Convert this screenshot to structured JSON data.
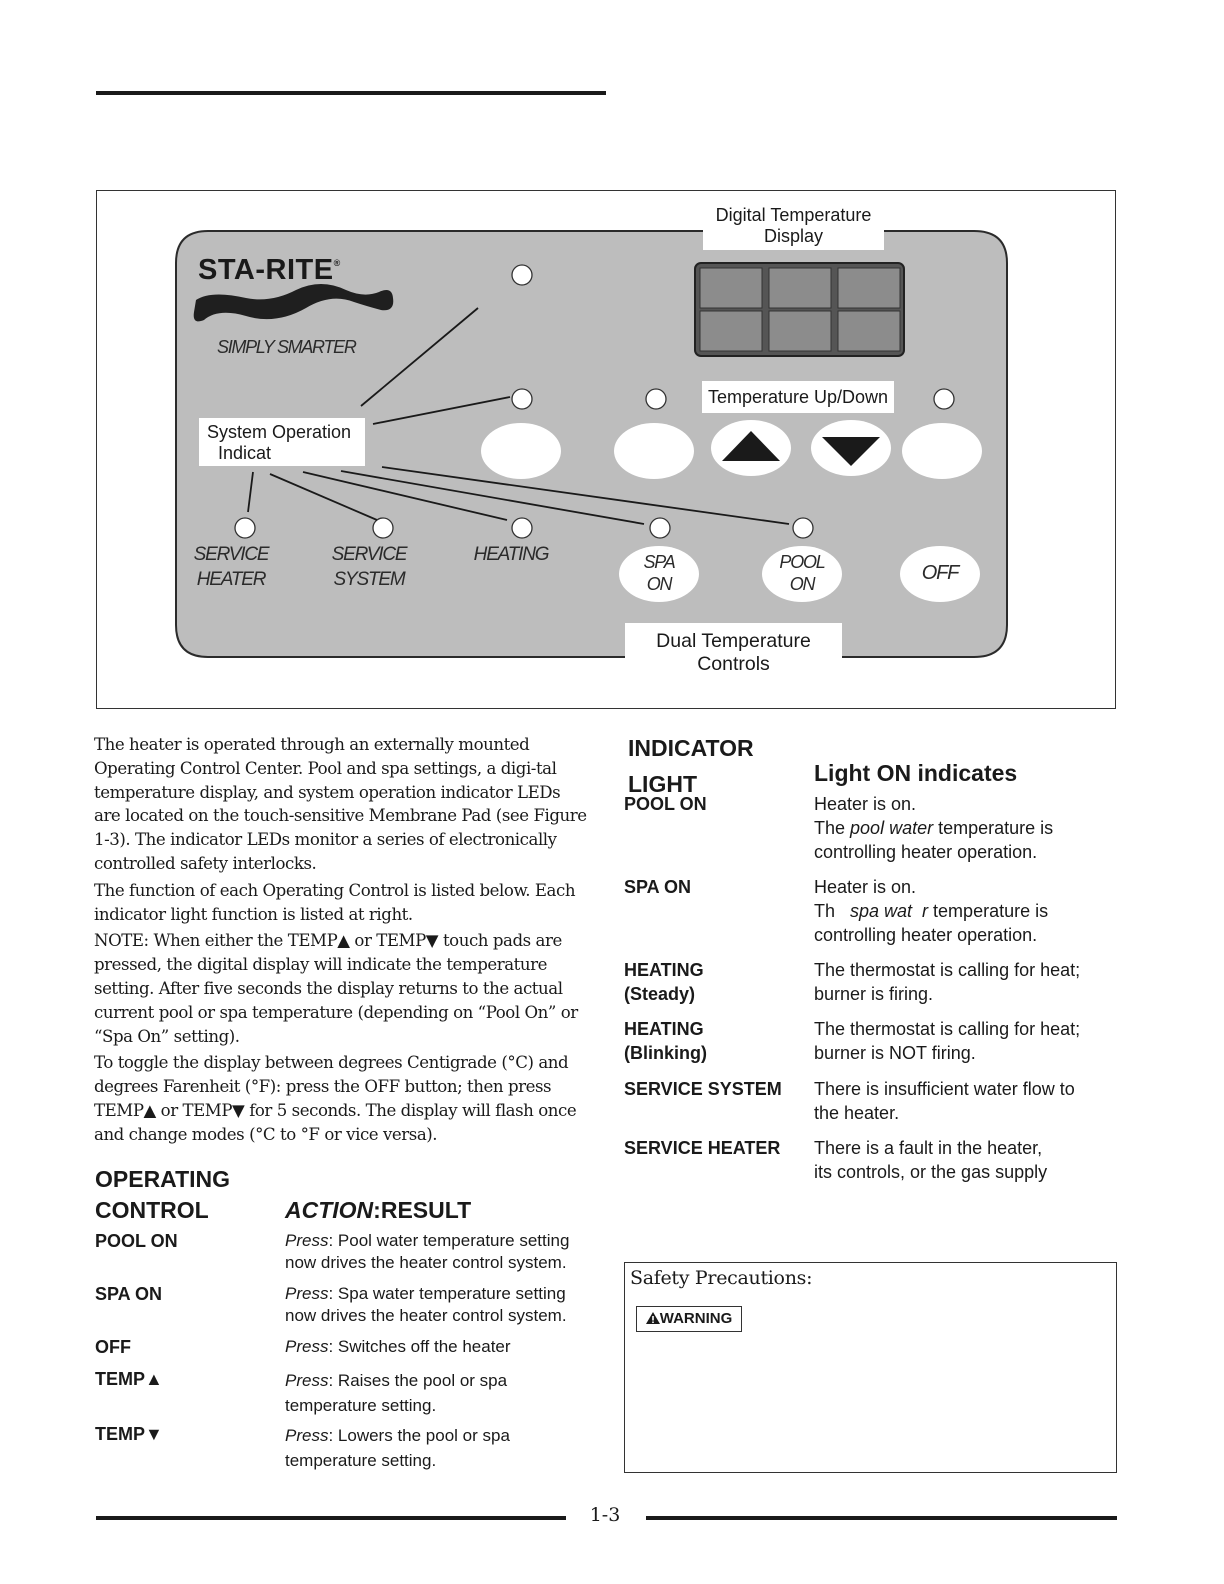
{
  "figure": {
    "brand": "STA-RITE",
    "brand_registered": "®",
    "tagline": "SIMPLY SMARTER",
    "callouts": {
      "digital_display": [
        "Digital Temperature",
        "Display"
      ],
      "temp_updown": "Temperature Up/Down",
      "system_indicators": [
        "System Operation",
        "Indicat"
      ],
      "dual_controls": [
        "Dual Temperature",
        "Controls"
      ]
    },
    "panel_labels": {
      "service_heater": [
        "SERVICE",
        "HEATER"
      ],
      "service_system": [
        "SERVICE",
        "SYSTEM"
      ],
      "heating": "HEATING",
      "spa_on": [
        "SPA",
        "ON"
      ],
      "pool_on": [
        "POOL",
        "ON"
      ],
      "off": "OFF"
    }
  },
  "intro": {
    "p1": "The heater is operated through an externally mounted Operating Control Center. Pool and spa settings, a digi-tal temperature display, and system operation indicator LEDs are located on the touch-sensitive Membrane Pad (see Figure 1-3). The indicator LEDs monitor a series of electronically controlled safety interlocks.",
    "p2": "The function of each Operating Control is listed below. Each indicator light function is listed at right.",
    "p3": "NOTE: When either the  TEMP▲ or TEMP▼ touch pads are pressed, the digital display will indicate the temperature setting. After five seconds the display returns to the actual current pool or spa temperature (depending on “Pool On” or “Spa On” setting).",
    "p4": "To toggle the display between degrees Centigrade (°C) and degrees Farenheit (°F): press the OFF button; then press TEMP▲ or TEMP▼ for 5 seconds. The display will flash once and change modes (°C to °F or vice versa)."
  },
  "operating_table": {
    "col1_header": [
      "OPERATING",
      "CONTROL"
    ],
    "col2_header_italic": "ACTION",
    "col2_header_rest": ":RESULT",
    "rows": [
      {
        "control": "POOL ON",
        "press": "Press",
        "result": ": Pool water temperature setting now drives the heater control system."
      },
      {
        "control": "SPA ON",
        "press": "Press",
        "result": ": Spa water temperature setting now drives the heater control system."
      },
      {
        "control": "OFF",
        "press": "Press",
        "result": ": Switches off the heater"
      },
      {
        "control": "TEMP▲",
        "press": "Press",
        "result": ": Raises the pool or spa temperature setting."
      },
      {
        "control": "TEMP▼",
        "press": "Press",
        "result": ": Lowers the pool or spa temperature setting."
      }
    ]
  },
  "indicator_table": {
    "col1_header": [
      "INDICATOR",
      "LIGHT"
    ],
    "col2_header": "Light ON indicates",
    "rows": [
      {
        "light": [
          "POOL ON"
        ],
        "lines": [
          "Heater is on.",
          "The |pool water| temperature is",
          "controlling heater operation."
        ]
      },
      {
        "light": [
          "SPA ON"
        ],
        "lines": [
          "Heater is on.",
          "Th   |spa wat  r| temperature is",
          "controlling heater operation."
        ]
      },
      {
        "light": [
          "HEATING",
          "(Steady)"
        ],
        "lines": [
          "The thermostat is calling for heat;",
          "burner is firing."
        ]
      },
      {
        "light": [
          "HEATING",
          "(Blinking)"
        ],
        "lines": [
          "The thermostat is calling for heat;",
          "burner is NOT firing."
        ]
      },
      {
        "light": [
          "SERVICE SYSTEM"
        ],
        "lines": [
          "There is insufficient water flow to",
          "the heater."
        ]
      },
      {
        "light": [
          "SERVICE HEATER"
        ],
        "lines": [
          "There is a fault in the heater,",
          "its controls, or the gas supply"
        ]
      }
    ]
  },
  "safety": {
    "title": "Safety Precautions:",
    "warning": "WARNING"
  },
  "footer": {
    "page_number": "1-3"
  },
  "colors": {
    "panel_gray": "#bdbdbd",
    "display_segment": "#8c8c8c",
    "ink": "#1a1a1a"
  }
}
